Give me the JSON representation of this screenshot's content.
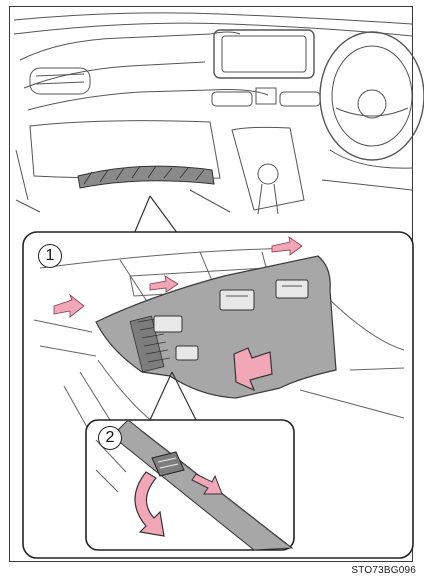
{
  "figure": {
    "step_labels": [
      "1",
      "2"
    ],
    "figure_code": "STO73BG096",
    "arrow_color": "#f2a7b8",
    "panel_fill": "#a7a7a7"
  }
}
